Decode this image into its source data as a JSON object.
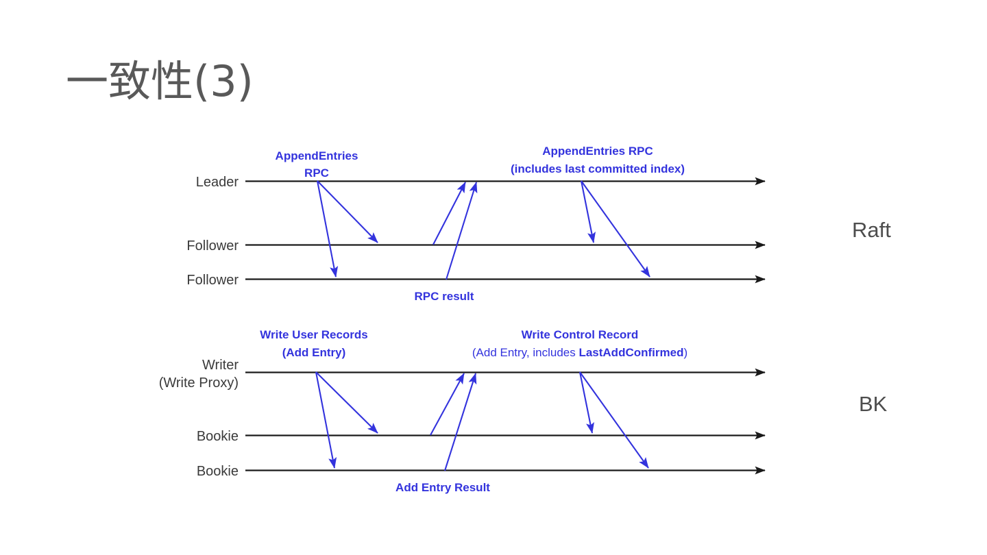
{
  "slide": {
    "title": "一致性(3)",
    "title_color": "#595959",
    "background": "#ffffff"
  },
  "colors": {
    "accent_blue": "#3333dd",
    "timeline_black": "#1a1a1a",
    "label_gray": "#3a3a3a",
    "side_label_gray": "#4d4d4d"
  },
  "side_labels": {
    "raft": "Raft",
    "bk": "BK"
  },
  "diagrams": [
    {
      "name": "raft-sequence-diagram",
      "participants": [
        "Leader",
        "Follower",
        "Follower"
      ],
      "messages": {
        "request_1": "AppendEntries\nRPC",
        "request_1_line1": "AppendEntries",
        "request_1_line2": "RPC",
        "response_1": "RPC result",
        "request_2_line1": "AppendEntries RPC",
        "request_2_line2": "(includes last committed index)"
      }
    },
    {
      "name": "bookkeeper-sequence-diagram",
      "participants": [
        "Writer\n(Write Proxy)",
        "Bookie",
        "Bookie"
      ],
      "participant_writer_line1": "Writer",
      "participant_writer_line2": "(Write Proxy)",
      "participant_bookie_1": "Bookie",
      "participant_bookie_2": "Bookie",
      "messages": {
        "request_1_line1": "Write User Records",
        "request_1_line2": "(Add Entry)",
        "response_1": "Add Entry Result",
        "request_2_line1": "Write Control Record",
        "request_2_line2_prefix": "(Add Entry, includes ",
        "request_2_line2_bold": "LastAddConfirmed",
        "request_2_line2_suffix": ")"
      }
    }
  ]
}
